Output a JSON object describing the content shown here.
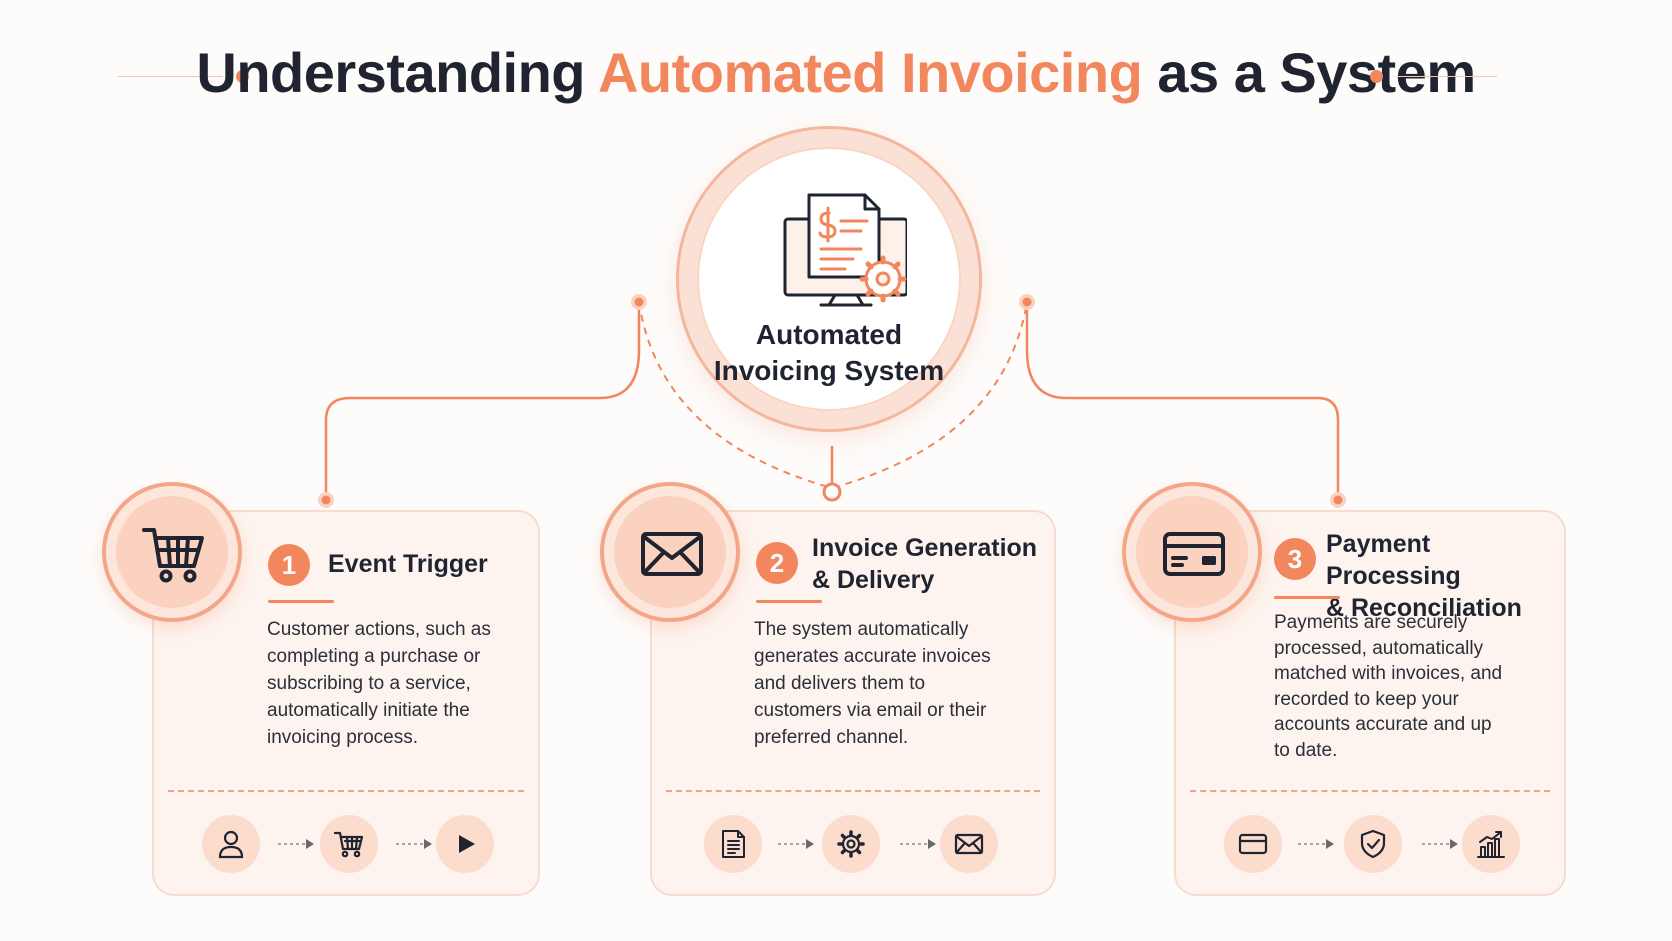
{
  "title": {
    "before": "Understanding ",
    "accent": "Automated Invoicing",
    "after": " as a System"
  },
  "hub": {
    "line1": "Automated",
    "line2": "Invoicing System",
    "icon": "invoice-monitor-gear-icon"
  },
  "steps": [
    {
      "number": "1",
      "heading_line1": "Event Trigger",
      "heading_line2": "",
      "icon": "shopping-cart-icon",
      "description": [
        "Customer actions, such as",
        "completing a purchase or",
        "subscribing to a service,",
        "automatically initiate the",
        "invoicing process."
      ],
      "flow_icons": [
        "user-icon",
        "shopping-cart-icon",
        "play-icon"
      ]
    },
    {
      "number": "2",
      "heading_line1": "Invoice Generation",
      "heading_line2": "& Delivery",
      "icon": "envelope-icon",
      "description": [
        "The system automatically",
        "generates accurate invoices",
        "and delivers them to",
        "customers via email or their",
        "preferred channel."
      ],
      "flow_icons": [
        "document-icon",
        "gear-icon",
        "envelope-icon"
      ]
    },
    {
      "number": "3",
      "heading_line1": "Payment Processing",
      "heading_line2": "& Reconciliation",
      "icon": "credit-card-icon",
      "description": [
        "Payments are securely",
        "processed, automatically",
        "matched with invoices, and",
        "recorded to keep your",
        "accounts accurate and up",
        "to date."
      ],
      "flow_icons": [
        "credit-card-icon",
        "shield-check-icon",
        "bar-chart-icon"
      ]
    }
  ],
  "colors": {
    "accent": "#f2865d",
    "text": "#1f2430",
    "card_bg": "#fdf4ef"
  }
}
